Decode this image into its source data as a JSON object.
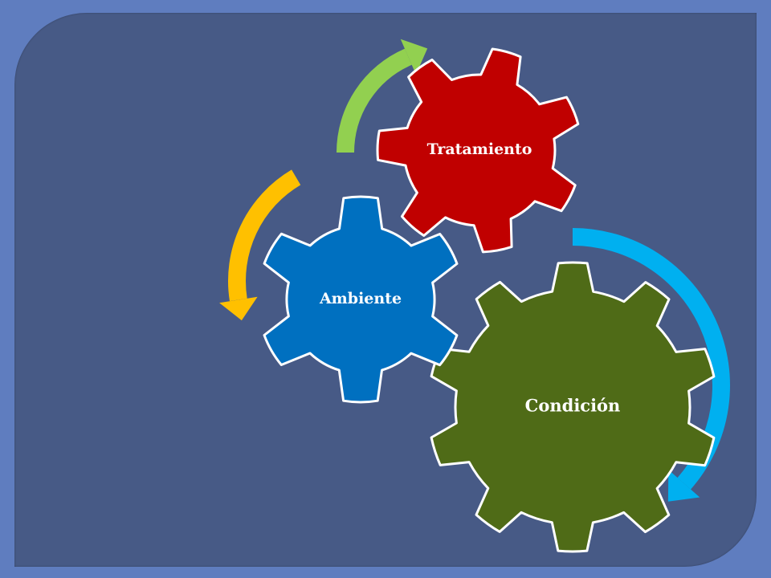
{
  "diagram": {
    "gears": [
      {
        "id": "tratamiento",
        "label": "Tratamiento",
        "color": "#c00000"
      },
      {
        "id": "ambiente",
        "label": "Ambiente",
        "color": "#0070c0"
      },
      {
        "id": "condicion",
        "label": "Condición",
        "color": "#4f6b17"
      }
    ],
    "arrows": [
      {
        "id": "green-arrow",
        "color": "#92d050"
      },
      {
        "id": "yellow-arrow",
        "color": "#ffc000"
      },
      {
        "id": "cyan-arrow",
        "color": "#00b0f0"
      }
    ],
    "background_color": "#475a86",
    "frame_color": "#5f7dbf"
  }
}
